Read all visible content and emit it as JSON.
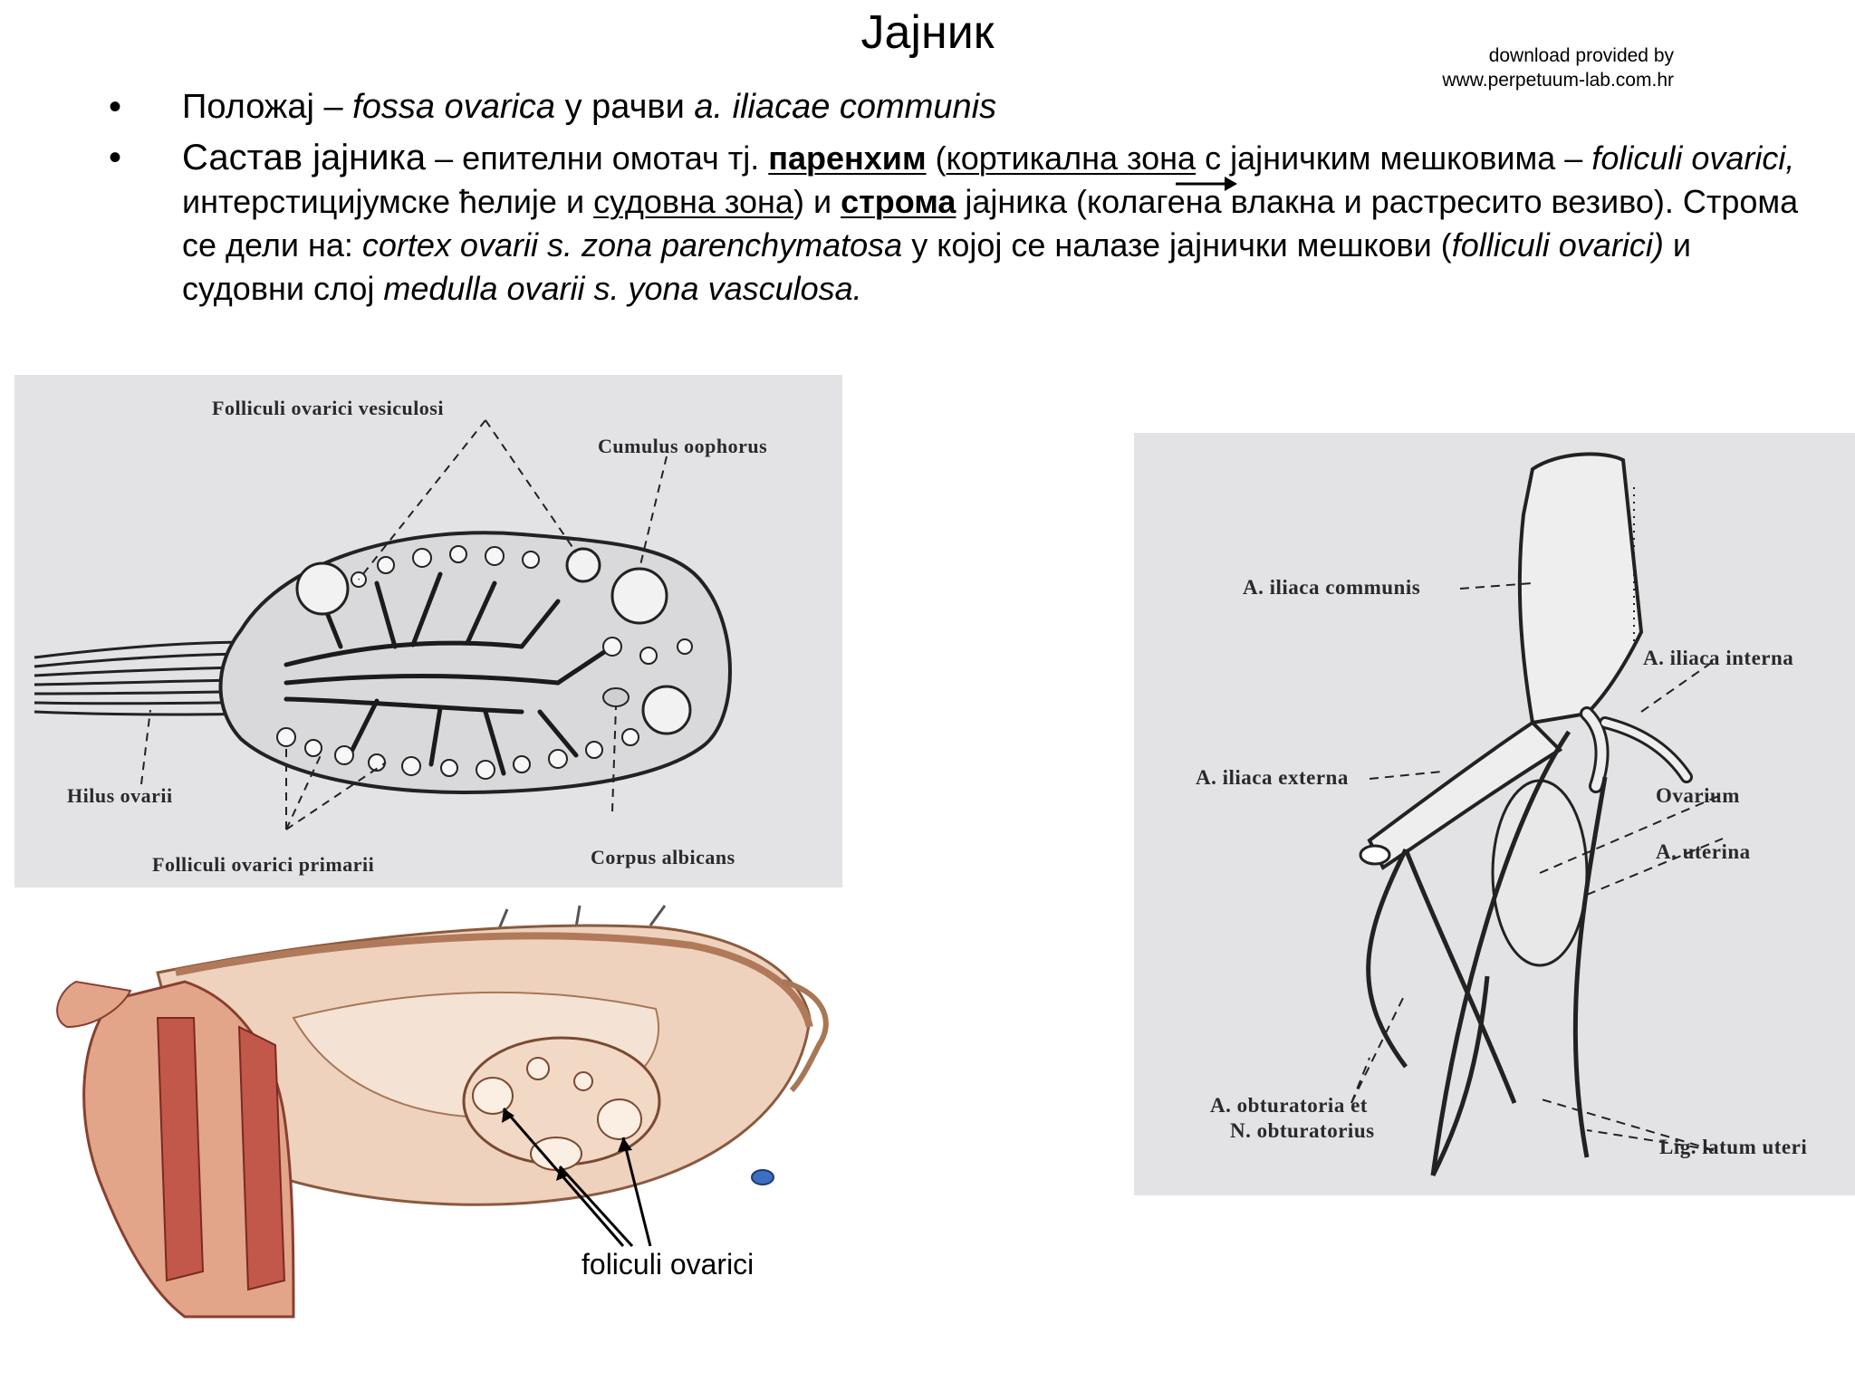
{
  "slide": {
    "title": "Јајник",
    "credit_line1": "download provided by",
    "credit_line2": "www.perpetuum-lab.com.hr"
  },
  "bullets": {
    "b1": {
      "marker": "•",
      "lead": "Положај – ",
      "t1": "fossa ovarica",
      "t2": " у рачви ",
      "t3": "a. iliacae communis"
    },
    "b2": {
      "marker": "•",
      "lead": "Састав јајника",
      "t1": " – епителни омотач тј. ",
      "t2": "паренхим",
      "t3": " (",
      "t4": "кортикална зона",
      "t5": " с јајничким мешковима – ",
      "t6": "foliculi ovarici,",
      "t7": " интерстицијумске ћелије и ",
      "t8": "судовна зона",
      "t9": ") и ",
      "t10": "строма",
      "t11": " јајника (колагена влакна и растресито везиво). Строма се дели на: ",
      "t12": "cortex ovarii s. zona parenchymatosa",
      "t13": " у којој се налазе јајнички мешкови (",
      "t14": "folliculi ovarici)",
      "t15": " и судовни слој ",
      "t16": "medulla ovarii s. yona vasculosa."
    }
  },
  "figure_ovary_section": {
    "labels": {
      "vesiculosi": "Folliculi ovarici vesiculosi",
      "cumulus": "Cumulus oophorus",
      "hilus": "Hilus ovarii",
      "primarii": "Folliculi ovarici primarii",
      "albicans": "Corpus albicans"
    }
  },
  "figure_vessels": {
    "labels": {
      "communis": "A. iliaca communis",
      "interna": "A. iliaca interna",
      "externa": "A. iliaca externa",
      "ovarium": "Ovarium",
      "uterina": "A. uterina",
      "obturatoria_1": "A. obturatoria et",
      "obturatoria_2": "N. obturatorius",
      "latum": "Lig. latum uteri"
    }
  },
  "figure_uterus": {
    "caption": "foliculi ovarici"
  },
  "colors": {
    "panel_grey": "#e3e3e6",
    "tissue_pink": "#e9c2a6",
    "muscle_red": "#c2584a"
  }
}
